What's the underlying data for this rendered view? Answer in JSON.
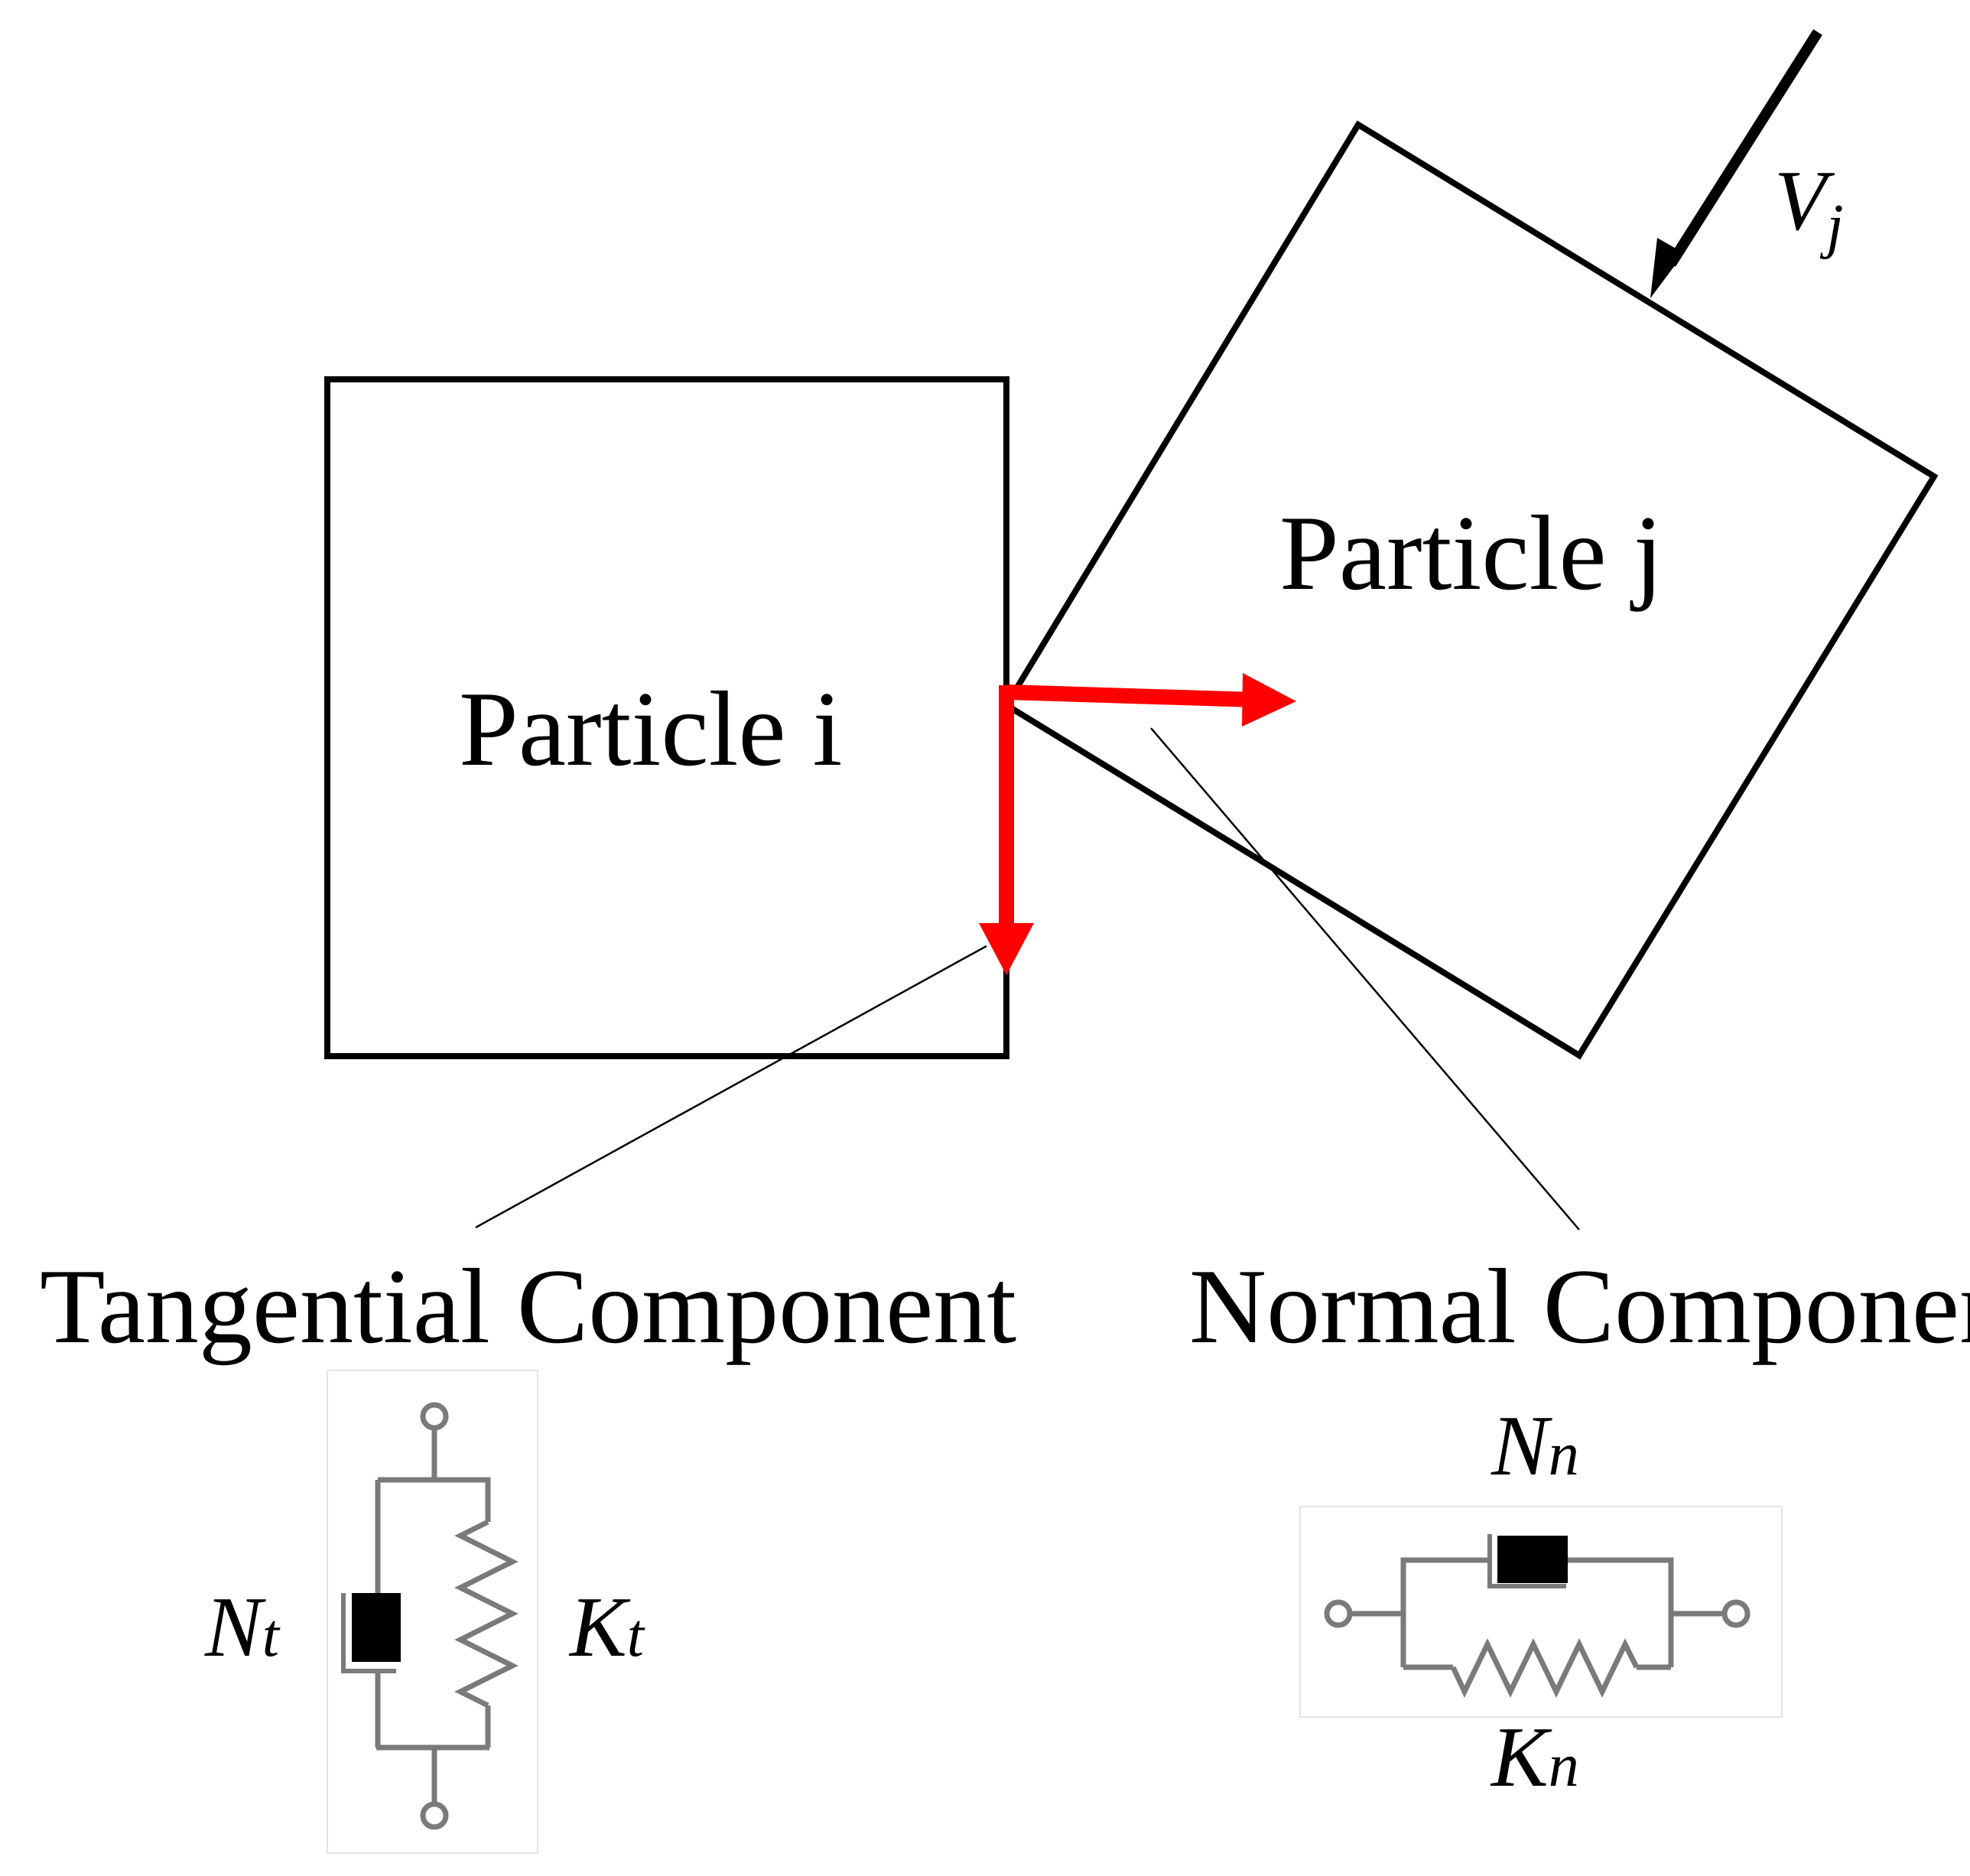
{
  "particles": {
    "i_label": "Particle i",
    "j_label": "Particle j"
  },
  "velocity": {
    "symbol": "V",
    "subscript": "j"
  },
  "components": {
    "tangential": {
      "title": "Tangential Component",
      "damper_symbol": "N",
      "damper_sub": "t",
      "spring_symbol": "K",
      "spring_sub": "t"
    },
    "normal": {
      "title": "Normal Component",
      "damper_symbol": "N",
      "damper_sub": "n",
      "spring_symbol": "K",
      "spring_sub": "n"
    }
  },
  "colors": {
    "outline": "#000000",
    "contact_arrows": "#ff0000",
    "circuit": "#7a7a7a",
    "panel_border": "#e4e4e4"
  }
}
